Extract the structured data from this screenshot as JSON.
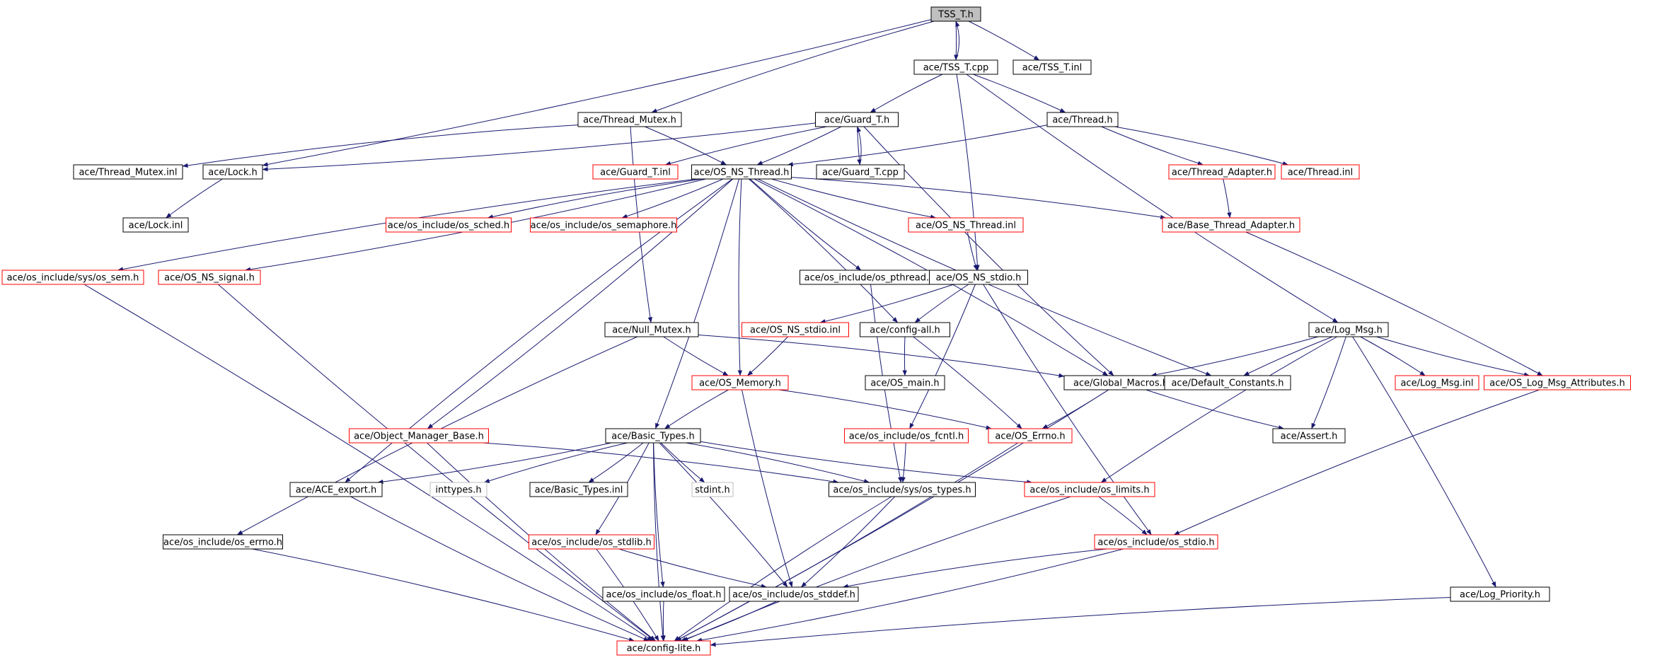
{
  "colors": {
    "edge": "#191970",
    "normal_border": "#000000",
    "truncated_border": "#ff0000",
    "system_border": "#bfbfbf",
    "root_fill": "#bfbfbf",
    "node_fill": "#ffffff"
  },
  "nodes": [
    {
      "id": "tss_t_h",
      "label": "TSS_T.h",
      "style": "root"
    },
    {
      "id": "tss_t_cpp",
      "label": "ace/TSS_T.cpp",
      "style": "normal"
    },
    {
      "id": "tss_t_inl",
      "label": "ace/TSS_T.inl",
      "style": "normal"
    },
    {
      "id": "thread_mutex_h",
      "label": "ace/Thread_Mutex.h",
      "style": "normal"
    },
    {
      "id": "guard_t_h",
      "label": "ace/Guard_T.h",
      "style": "normal"
    },
    {
      "id": "thread_h",
      "label": "ace/Thread.h",
      "style": "normal"
    },
    {
      "id": "thread_mutex_inl",
      "label": "ace/Thread_Mutex.inl",
      "style": "normal"
    },
    {
      "id": "lock_h",
      "label": "ace/Lock.h",
      "style": "normal"
    },
    {
      "id": "guard_t_inl",
      "label": "ace/Guard_T.inl",
      "style": "truncated"
    },
    {
      "id": "os_ns_thread_h",
      "label": "ace/OS_NS_Thread.h",
      "style": "normal"
    },
    {
      "id": "guard_t_cpp",
      "label": "ace/Guard_T.cpp",
      "style": "normal"
    },
    {
      "id": "thread_adapter_h",
      "label": "ace/Thread_Adapter.h",
      "style": "truncated"
    },
    {
      "id": "thread_inl",
      "label": "ace/Thread.inl",
      "style": "truncated"
    },
    {
      "id": "lock_inl",
      "label": "ace/Lock.inl",
      "style": "normal"
    },
    {
      "id": "os_sched_h",
      "label": "ace/os_include/os_sched.h",
      "style": "truncated"
    },
    {
      "id": "os_semaphore_h",
      "label": "ace/os_include/os_semaphore.h",
      "style": "truncated"
    },
    {
      "id": "os_ns_thread_inl",
      "label": "ace/OS_NS_Thread.inl",
      "style": "truncated"
    },
    {
      "id": "base_thread_adapter_h",
      "label": "ace/Base_Thread_Adapter.h",
      "style": "truncated"
    },
    {
      "id": "sys_os_sem_h",
      "label": "ace/os_include/sys/os_sem.h",
      "style": "truncated"
    },
    {
      "id": "os_ns_signal_h",
      "label": "ace/OS_NS_signal.h",
      "style": "truncated"
    },
    {
      "id": "os_pthread_h",
      "label": "ace/os_include/os_pthread.h",
      "style": "normal"
    },
    {
      "id": "os_ns_stdio_h",
      "label": "ace/OS_NS_stdio.h",
      "style": "normal"
    },
    {
      "id": "null_mutex_h",
      "label": "ace/Null_Mutex.h",
      "style": "normal"
    },
    {
      "id": "os_ns_stdio_inl",
      "label": "ace/OS_NS_stdio.inl",
      "style": "truncated"
    },
    {
      "id": "config_all_h",
      "label": "ace/config-all.h",
      "style": "normal"
    },
    {
      "id": "log_msg_h",
      "label": "ace/Log_Msg.h",
      "style": "normal"
    },
    {
      "id": "os_memory_h",
      "label": "ace/OS_Memory.h",
      "style": "truncated"
    },
    {
      "id": "os_main_h",
      "label": "ace/OS_main.h",
      "style": "normal"
    },
    {
      "id": "global_macros_h",
      "label": "ace/Global_Macros.h",
      "style": "normal"
    },
    {
      "id": "default_constants_h",
      "label": "ace/Default_Constants.h",
      "style": "normal"
    },
    {
      "id": "log_msg_inl",
      "label": "ace/Log_Msg.inl",
      "style": "truncated"
    },
    {
      "id": "os_log_msg_attributes_h",
      "label": "ace/OS_Log_Msg_Attributes.h",
      "style": "truncated"
    },
    {
      "id": "object_manager_base_h",
      "label": "ace/Object_Manager_Base.h",
      "style": "truncated"
    },
    {
      "id": "basic_types_h",
      "label": "ace/Basic_Types.h",
      "style": "normal"
    },
    {
      "id": "os_fcntl_h",
      "label": "ace/os_include/os_fcntl.h",
      "style": "truncated"
    },
    {
      "id": "os_errno_upper_h",
      "label": "ace/OS_Errno.h",
      "style": "truncated"
    },
    {
      "id": "assert_h",
      "label": "ace/Assert.h",
      "style": "normal"
    },
    {
      "id": "ace_export_h",
      "label": "ace/ACE_export.h",
      "style": "normal"
    },
    {
      "id": "inttypes_h",
      "label": "inttypes.h",
      "style": "system"
    },
    {
      "id": "basic_types_inl",
      "label": "ace/Basic_Types.inl",
      "style": "normal"
    },
    {
      "id": "stdint_h",
      "label": "stdint.h",
      "style": "system"
    },
    {
      "id": "sys_os_types_h",
      "label": "ace/os_include/sys/os_types.h",
      "style": "normal"
    },
    {
      "id": "os_limits_h",
      "label": "ace/os_include/os_limits.h",
      "style": "truncated"
    },
    {
      "id": "os_errno_h",
      "label": "ace/os_include/os_errno.h",
      "style": "normal"
    },
    {
      "id": "os_stdlib_h",
      "label": "ace/os_include/os_stdlib.h",
      "style": "truncated"
    },
    {
      "id": "os_stdio_h",
      "label": "ace/os_include/os_stdio.h",
      "style": "truncated"
    },
    {
      "id": "os_float_h",
      "label": "ace/os_include/os_float.h",
      "style": "normal"
    },
    {
      "id": "os_stddef_h",
      "label": "ace/os_include/os_stddef.h",
      "style": "normal"
    },
    {
      "id": "log_priority_h",
      "label": "ace/Log_Priority.h",
      "style": "normal"
    },
    {
      "id": "config_lite_h",
      "label": "ace/config-lite.h",
      "style": "truncated"
    }
  ],
  "edges": [
    [
      "tss_t_h",
      "tss_t_cpp"
    ],
    [
      "tss_t_cpp",
      "tss_t_h"
    ],
    [
      "tss_t_h",
      "tss_t_inl"
    ],
    [
      "tss_t_h",
      "thread_mutex_h"
    ],
    [
      "tss_t_h",
      "lock_h"
    ],
    [
      "tss_t_cpp",
      "guard_t_h"
    ],
    [
      "tss_t_cpp",
      "thread_h"
    ],
    [
      "tss_t_cpp",
      "log_msg_h"
    ],
    [
      "tss_t_cpp",
      "os_ns_stdio_h"
    ],
    [
      "thread_mutex_h",
      "thread_mutex_inl"
    ],
    [
      "thread_mutex_h",
      "os_ns_thread_h"
    ],
    [
      "thread_mutex_h",
      "null_mutex_h"
    ],
    [
      "guard_t_h",
      "lock_h"
    ],
    [
      "guard_t_h",
      "guard_t_inl"
    ],
    [
      "guard_t_h",
      "os_ns_thread_h"
    ],
    [
      "guard_t_h",
      "guard_t_cpp"
    ],
    [
      "guard_t_cpp",
      "guard_t_h"
    ],
    [
      "guard_t_h",
      "global_macros_h"
    ],
    [
      "thread_h",
      "os_ns_thread_h"
    ],
    [
      "thread_h",
      "thread_adapter_h"
    ],
    [
      "thread_h",
      "thread_inl"
    ],
    [
      "lock_h",
      "lock_inl"
    ],
    [
      "thread_adapter_h",
      "base_thread_adapter_h"
    ],
    [
      "os_ns_thread_h",
      "sys_os_sem_h"
    ],
    [
      "os_ns_thread_h",
      "os_ns_signal_h"
    ],
    [
      "os_ns_thread_h",
      "os_sched_h"
    ],
    [
      "os_ns_thread_h",
      "os_semaphore_h"
    ],
    [
      "os_ns_thread_h",
      "os_ns_thread_inl"
    ],
    [
      "os_ns_thread_h",
      "base_thread_adapter_h"
    ],
    [
      "os_ns_thread_h",
      "os_pthread_h"
    ],
    [
      "os_ns_thread_h",
      "config_all_h"
    ],
    [
      "os_ns_thread_h",
      "os_memory_h"
    ],
    [
      "os_ns_thread_h",
      "global_macros_h"
    ],
    [
      "os_ns_thread_h",
      "default_constants_h"
    ],
    [
      "os_ns_thread_h",
      "object_manager_base_h"
    ],
    [
      "os_ns_thread_h",
      "ace_export_h"
    ],
    [
      "os_ns_thread_h",
      "basic_types_h"
    ],
    [
      "os_ns_thread_inl",
      "os_ns_stdio_h"
    ],
    [
      "base_thread_adapter_h",
      "os_log_msg_attributes_h"
    ],
    [
      "os_pthread_h",
      "sys_os_types_h"
    ],
    [
      "os_ns_stdio_h",
      "os_ns_stdio_inl"
    ],
    [
      "os_ns_stdio_h",
      "config_all_h"
    ],
    [
      "os_ns_stdio_h",
      "os_fcntl_h"
    ],
    [
      "os_ns_stdio_h",
      "os_stdio_h"
    ],
    [
      "os_ns_stdio_inl",
      "os_memory_h"
    ],
    [
      "config_all_h",
      "os_main_h"
    ],
    [
      "config_all_h",
      "os_errno_upper_h"
    ],
    [
      "null_mutex_h",
      "os_memory_h"
    ],
    [
      "null_mutex_h",
      "global_macros_h"
    ],
    [
      "null_mutex_h",
      "os_errno_h"
    ],
    [
      "log_msg_h",
      "global_macros_h"
    ],
    [
      "log_msg_h",
      "default_constants_h"
    ],
    [
      "log_msg_h",
      "log_msg_inl"
    ],
    [
      "log_msg_h",
      "os_log_msg_attributes_h"
    ],
    [
      "log_msg_h",
      "assert_h"
    ],
    [
      "log_msg_h",
      "os_limits_h"
    ],
    [
      "log_msg_h",
      "log_priority_h"
    ],
    [
      "os_memory_h",
      "basic_types_h"
    ],
    [
      "os_memory_h",
      "os_errno_upper_h"
    ],
    [
      "os_memory_h",
      "os_stddef_h"
    ],
    [
      "global_macros_h",
      "os_errno_upper_h"
    ],
    [
      "global_macros_h",
      "assert_h"
    ],
    [
      "global_macros_h",
      "config_lite_h"
    ],
    [
      "os_log_msg_attributes_h",
      "os_stdio_h"
    ],
    [
      "object_manager_base_h",
      "sys_os_types_h"
    ],
    [
      "object_manager_base_h",
      "config_lite_h"
    ],
    [
      "basic_types_h",
      "ace_export_h"
    ],
    [
      "basic_types_h",
      "inttypes_h"
    ],
    [
      "basic_types_h",
      "basic_types_inl"
    ],
    [
      "basic_types_h",
      "stdint_h"
    ],
    [
      "basic_types_h",
      "sys_os_types_h"
    ],
    [
      "basic_types_h",
      "os_limits_h"
    ],
    [
      "basic_types_h",
      "os_stdlib_h"
    ],
    [
      "basic_types_h",
      "os_float_h"
    ],
    [
      "basic_types_h",
      "os_stddef_h"
    ],
    [
      "basic_types_h",
      "config_lite_h"
    ],
    [
      "os_fcntl_h",
      "sys_os_types_h"
    ],
    [
      "ace_export_h",
      "config_lite_h"
    ],
    [
      "sys_os_types_h",
      "os_stddef_h"
    ],
    [
      "sys_os_types_h",
      "config_lite_h"
    ],
    [
      "os_limits_h",
      "os_stdio_h"
    ],
    [
      "os_limits_h",
      "config_lite_h"
    ],
    [
      "os_errno_h",
      "config_lite_h"
    ],
    [
      "os_stdlib_h",
      "os_stddef_h"
    ],
    [
      "os_stdlib_h",
      "config_lite_h"
    ],
    [
      "os_stdio_h",
      "os_stddef_h"
    ],
    [
      "os_stdio_h",
      "config_lite_h"
    ],
    [
      "os_float_h",
      "config_lite_h"
    ],
    [
      "os_stddef_h",
      "config_lite_h"
    ],
    [
      "log_priority_h",
      "config_lite_h"
    ],
    [
      "sys_os_sem_h",
      "config_lite_h"
    ],
    [
      "os_ns_signal_h",
      "config_lite_h"
    ],
    [
      "os_errno_upper_h",
      "config_lite_h"
    ]
  ]
}
